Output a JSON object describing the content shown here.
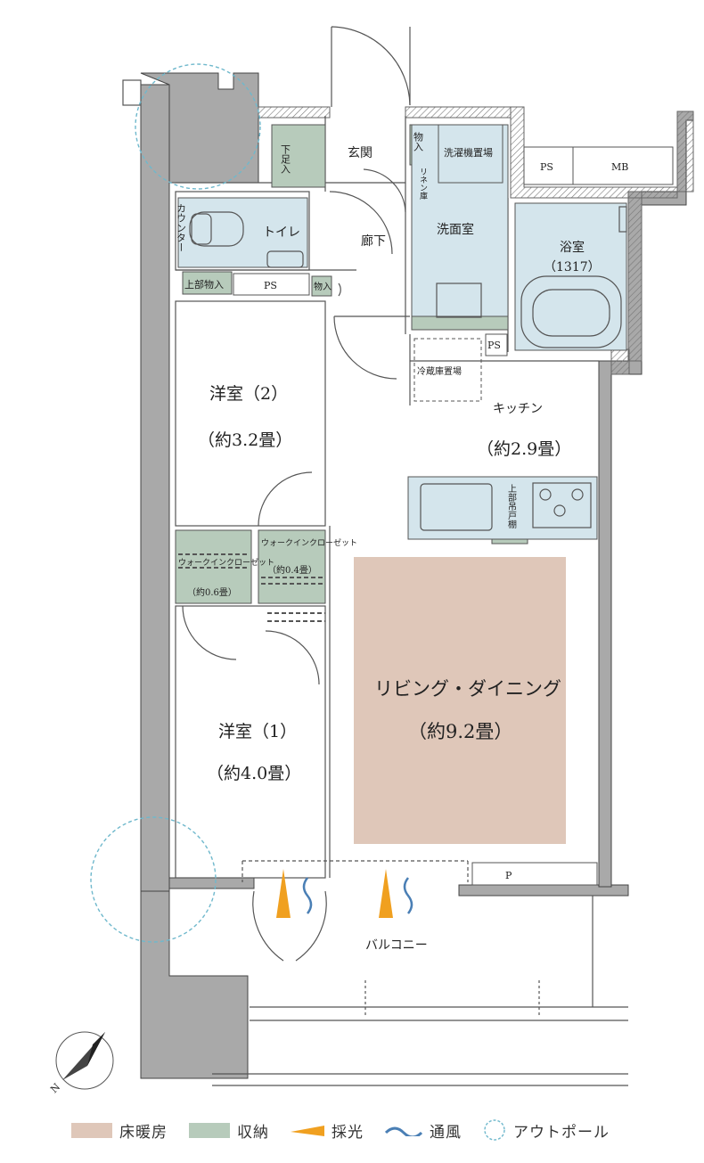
{
  "rooms": {
    "entrance": "玄関",
    "shoe_storage": "下足入",
    "storage_small": "物入",
    "linen": "リネン庫",
    "laundry": "洗濯機置場",
    "ps": "PS",
    "mb": "MB",
    "p": "P",
    "counter": "カウンター",
    "toilet": "トイレ",
    "upper_storage": "上部物入",
    "hallway": "廊下",
    "washroom": "洗面室",
    "bathroom": "浴室",
    "bathroom_size": "（1317）",
    "fridge": "冷蔵庫置場",
    "kitchen": "キッチン",
    "kitchen_size": "（約2.9畳）",
    "upper_cabinet": "上部吊戸棚",
    "western2": "洋室（2）",
    "western2_size": "（約3.2畳）",
    "wic_small": "ウォークインクローゼット",
    "wic_small_size": "（約0.4畳）",
    "wic_large": "ウォークインクローゼット",
    "wic_large_size": "（約0.6畳）",
    "western1": "洋室（1）",
    "western1_size": "（約4.0畳）",
    "living": "リビング・ダイニング",
    "living_size": "（約9.2畳）",
    "balcony": "バルコニー"
  },
  "compass": {
    "label": "N"
  },
  "legend": {
    "floor_heating": "床暖房",
    "storage": "収納",
    "daylight": "採光",
    "ventilation": "通風",
    "outpole": "アウトポール"
  },
  "colors": {
    "floor_heating": "#dfc7b9",
    "storage": "#b7cbbb",
    "wet_area": "#d4e5ec",
    "wall": "#a9a9a9",
    "daylight": "#f0a020",
    "ventilation": "#4a7fb5",
    "outpole": "#6fb8cc"
  }
}
